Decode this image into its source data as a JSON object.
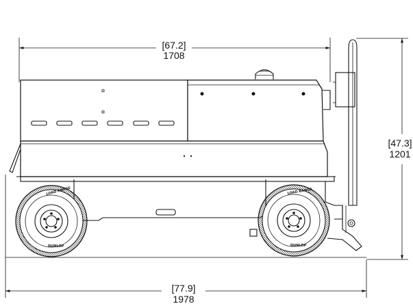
{
  "dimensions": {
    "length_top": {
      "inches": "[67.2]",
      "mm": "1708"
    },
    "height_right": {
      "inches": "[47.3]",
      "mm": "1201"
    },
    "length_bottom": {
      "inches": "[77.9]",
      "mm": "1978"
    }
  },
  "tire_labels": [
    "LOAD RANGE",
    "DUNLOP"
  ]
}
